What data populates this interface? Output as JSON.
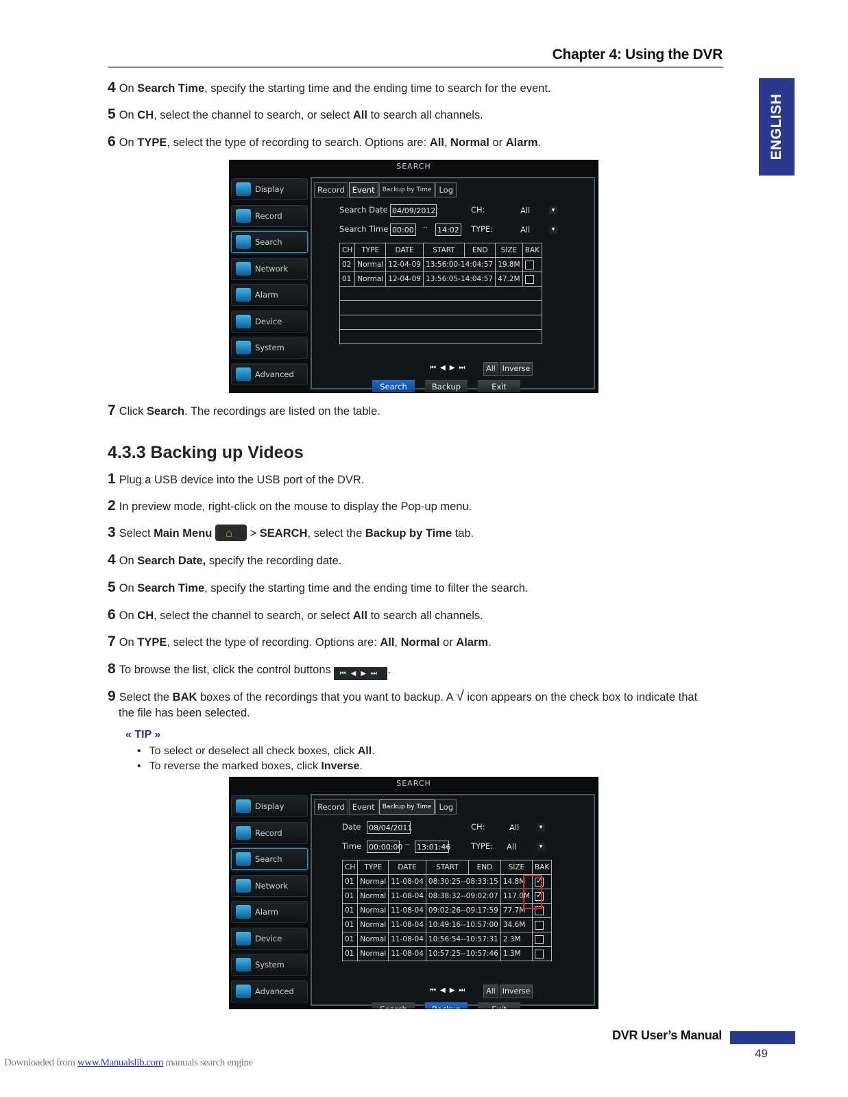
{
  "header": {
    "chapter_title": "Chapter 4: Using the DVR",
    "language_tab": "ENGLISH"
  },
  "steps_a": [
    {
      "num": "4",
      "html": "On <b>Search Time</b>, specify the starting time and the ending time to search for the event."
    },
    {
      "num": "5",
      "html": "On <b>CH</b>, select the channel to search, or select <b>All</b> to search all channels."
    },
    {
      "num": "6",
      "html": "On <b>TYPE</b>, select the type of recording to search. Options are: <b>All</b>, <b>Normal</b> or <b>Alarm</b>."
    }
  ],
  "step_7": {
    "num": "7",
    "html": "Click <b>Search</b>. The recordings are listed on the table."
  },
  "section_title": "4.3.3 Backing up Videos",
  "steps_b": [
    {
      "num": "1",
      "html": "Plug a USB device into the USB port of the DVR."
    },
    {
      "num": "2",
      "html": "In preview mode, right-click on the mouse to display the Pop-up menu."
    },
    {
      "num": "3",
      "html": "Select <b>Main Menu</b> <span class=\"mini-home\" data-name=\"main-menu-home-icon\"></span> &gt; <b>SEARCH</b>, select the <b>Backup by Time</b> tab."
    },
    {
      "num": "4",
      "html": "On <b>Search Date,</b> specify the recording date."
    },
    {
      "num": "5",
      "html": "On <b>Search Time</b>, specify the starting time and the ending time to filter the search."
    },
    {
      "num": "6",
      "html": "On <b>CH</b>, select the channel to search, or select <b>All</b> to search all channels."
    },
    {
      "num": "7",
      "html": "On <b>TYPE</b>, select the type of recording. Options are: <b>All</b>, <b>Normal</b> or <b>Alarm</b>."
    },
    {
      "num": "8",
      "html": "To browse the list, click the control buttons <span class=\"mini-ctrl\" data-name=\"control-buttons-icon\">&#9198;&#9664;&#9654;&#9197;</span>."
    },
    {
      "num": "9",
      "html": "Select the <b>BAK</b> boxes of the recordings that you want to backup. A <span style=\"font-size:21px\">&radic;</span> icon appears on the check box to indicate that<span class=\"indent\">the file has been selected.</span>"
    }
  ],
  "tip": {
    "label": "« TIP »",
    "items": [
      "To select or deselect all check boxes, click <b>All</b>.",
      "To reverse the marked boxes, click <b>Inverse</b>."
    ]
  },
  "screenshot_1": {
    "title": "SEARCH",
    "sidebar": [
      "Display",
      "Record",
      "Search",
      "Network",
      "Alarm",
      "Device",
      "System",
      "Advanced"
    ],
    "active_sidebar": 2,
    "tabs": [
      "Record",
      "Event",
      "Backup by Time",
      "Log"
    ],
    "active_tab": 1,
    "date_label": "Search Date",
    "date_value": "04/09/2012",
    "time_label": "Search Time",
    "time_start": "00:00",
    "time_sep": "--",
    "time_end": "14:02",
    "ch_label": "CH:",
    "ch_value": "All",
    "type_label": "TYPE:",
    "type_value": "All",
    "columns": [
      "CH",
      "TYPE",
      "DATE",
      "START",
      "END",
      "SIZE",
      "BAK"
    ],
    "rows": [
      {
        "ch": "02",
        "type": "Normal",
        "date": "12-04-09",
        "time": "13:56:00-14:04:57",
        "size": "19.8M",
        "bak": false
      },
      {
        "ch": "01",
        "type": "Normal",
        "date": "12-04-09",
        "time": "13:56:05-14:04:57",
        "size": "47.2M",
        "bak": false
      }
    ],
    "empty_rows": 4,
    "nav_glyphs": "⏮◀▶⏭",
    "all_label": "All",
    "inverse_label": "Inverse",
    "buttons": [
      "Search",
      "Backup",
      "Exit"
    ],
    "primary_button": 0
  },
  "screenshot_2": {
    "title": "SEARCH",
    "sidebar": [
      "Display",
      "Record",
      "Search",
      "Network",
      "Alarm",
      "Device",
      "System",
      "Advanced"
    ],
    "active_sidebar": 2,
    "tabs": [
      "Record",
      "Event",
      "Backup by Time",
      "Log"
    ],
    "active_tab": 2,
    "date_label": "Date",
    "date_value": "08/04/2011",
    "time_label": "Time",
    "time_start": "00:00:00",
    "time_sep": "--",
    "time_end": "13:01:46",
    "ch_label": "CH:",
    "ch_value": "All",
    "type_label": "TYPE:",
    "type_value": "All",
    "columns": [
      "CH",
      "TYPE",
      "DATE",
      "START",
      "END",
      "SIZE",
      "BAK"
    ],
    "rows": [
      {
        "ch": "01",
        "type": "Normal",
        "date": "11-08-04",
        "time": "08:30:25--08:33:15",
        "size": "14.8M",
        "bak": true
      },
      {
        "ch": "01",
        "type": "Normal",
        "date": "11-08-04",
        "time": "08:38:32--09:02:07",
        "size": "117.0M",
        "bak": true
      },
      {
        "ch": "01",
        "type": "Normal",
        "date": "11-08-04",
        "time": "09:02:26--09:17:59",
        "size": "77.7M",
        "bak": false
      },
      {
        "ch": "01",
        "type": "Normal",
        "date": "11-08-04",
        "time": "10:49:16--10:57:00",
        "size": "34.6M",
        "bak": false
      },
      {
        "ch": "01",
        "type": "Normal",
        "date": "11-08-04",
        "time": "10:56:54--10:57:31",
        "size": "2.3M",
        "bak": false
      },
      {
        "ch": "01",
        "type": "Normal",
        "date": "11-08-04",
        "time": "10:57:25--10:57:46",
        "size": "1.3M",
        "bak": false
      }
    ],
    "empty_rows": 0,
    "nav_glyphs": "⏮◀▶⏭",
    "all_label": "All",
    "inverse_label": "Inverse",
    "buttons": [
      "Search",
      "Backup",
      "Exit"
    ],
    "primary_button": 1
  },
  "footer": {
    "manual_title": "DVR User’s Manual",
    "page_number": "49",
    "download_prefix": "Downloaded from ",
    "download_link": "www.Manualslib.com",
    "download_suffix": " manuals search engine"
  },
  "colors": {
    "accent_blue": "#2b3a8f",
    "highlight_red": "#d62a2a"
  }
}
